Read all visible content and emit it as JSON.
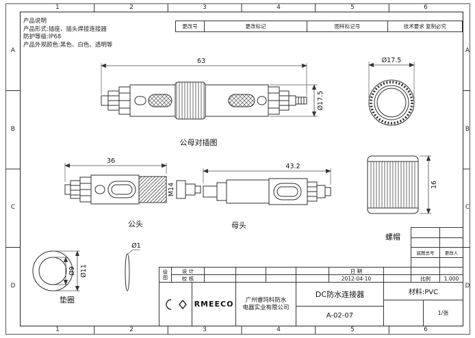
{
  "grid": {
    "cols": [
      "1",
      "2",
      "3",
      "4",
      "5",
      "6"
    ],
    "rows": [
      "A",
      "B",
      "C",
      "D"
    ]
  },
  "notes": {
    "title": "产品说明",
    "l1": "产品形式:插座、插头焊接连接器",
    "l2": "防护等级:IP68",
    "l3": "产品外观颜色:黑色、白色、透明等"
  },
  "rev_strip": {
    "c1": "更改号",
    "c2": "更改标记",
    "c3": "图样标记号",
    "c4": "技术要求  复制必究"
  },
  "views": {
    "mated": {
      "label": "公母对插图",
      "dim_length": "63",
      "dim_dia": "Ø17.5"
    },
    "cap": {
      "dim_dia": "Ø17.5"
    },
    "male": {
      "label": "公头",
      "dim_length": "36",
      "thread": "M14"
    },
    "female": {
      "label": "母头",
      "dim_length": "43.2"
    },
    "nut": {
      "label": "螺帽",
      "dim_height": "16"
    },
    "washer": {
      "label": "垫圈",
      "dim_inner": "Ø9",
      "dim_outer": "Ø11"
    },
    "pin": {
      "dim_dia": "Ø1"
    }
  },
  "title_block": {
    "col_label": "级图",
    "design_label": "设 计",
    "check_label": "校 核",
    "date_label": "日 期",
    "date_value": "2012-04-10",
    "scale_label": "比例",
    "scale_value": "1.000",
    "brand": "RMEECO",
    "company_l1": "广州睿玛科防水",
    "company_l2": "电器实业有限公司",
    "product": "DC防水连接器",
    "drawing_no": "A-02-07",
    "material": "材料:PVC",
    "sheet": "1/张"
  },
  "aux_table": {
    "r3c1": "底图总号",
    "r3c2": "更改人"
  }
}
